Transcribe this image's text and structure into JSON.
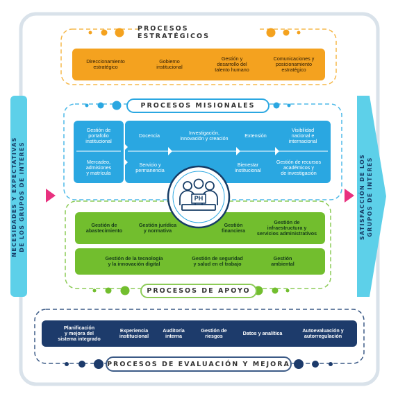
{
  "strategic": {
    "title": "PROCESOS ESTRATÉGICOS",
    "items": [
      "Direccionamiento\nestratégico",
      "Gobierno\ninstitucional",
      "Gestión y\ndesarrollo del\ntalento humano",
      "Comunicaciones y\nposicionamiento\nestratégico"
    ]
  },
  "missional": {
    "title": "PROCESOS MISIONALES",
    "left_items": [
      "Gestión de\nportafolio\ninstitucional",
      "Mercadeo,\nadmisiones\ny matrícula"
    ],
    "top_items": [
      "Docencia",
      "Investigación,\ninnovación y creación",
      "Extensión",
      "Visibilidad\nnacional e\ninternacional"
    ],
    "bottom_items": [
      "Servicio y\npermanencia",
      "Bienestar\ninstitucional",
      "Gestión de recursos\nacadémicos y\nde investigación"
    ]
  },
  "support": {
    "title": "PROCESOS DE APOYO",
    "row1": [
      "Gestión de\nabastecimiento",
      "Gestión jurídica\ny normativa",
      "Gestión\nfinanciera",
      "Gestión de\ninfraestructura y\nservicios administrativos"
    ],
    "row2": [
      "Gestión de la tecnología\ny la innovación digital",
      "Gestión de seguridad\ny salud en el trabajo",
      "Gestión\nambiental"
    ]
  },
  "evaluation": {
    "title": "PROCESOS DE EVALUACIÓN Y MEJORA",
    "items": [
      "Planificación\ny mejora del\nsistema integrado",
      "Experiencia\ninstitucional",
      "Auditoría\ninterna",
      "Gestión de\nriesgos",
      "Datos y analítica",
      "Autoevaluación y\nautorregulación"
    ]
  },
  "side": {
    "left": "NECESIDADES Y EXPECTATIVAS\nDE LOS GRUPOS DE INTERES",
    "right": "SATISFACCIÓN DE LOS\nGRUPOS DE INTERES"
  },
  "center_logo": {
    "text": "PH"
  },
  "colors": {
    "orange": "#f4a21f",
    "blue": "#2aa7e1",
    "green": "#72be2e",
    "navy": "#1d3b6b",
    "cyan": "#5dd0e9",
    "pink": "#e8317f",
    "dash_orange": "#f6b84a",
    "dash_blue": "#4db9e8",
    "dash_green": "#8ccb57",
    "dash_navy": "#3b5a86"
  }
}
